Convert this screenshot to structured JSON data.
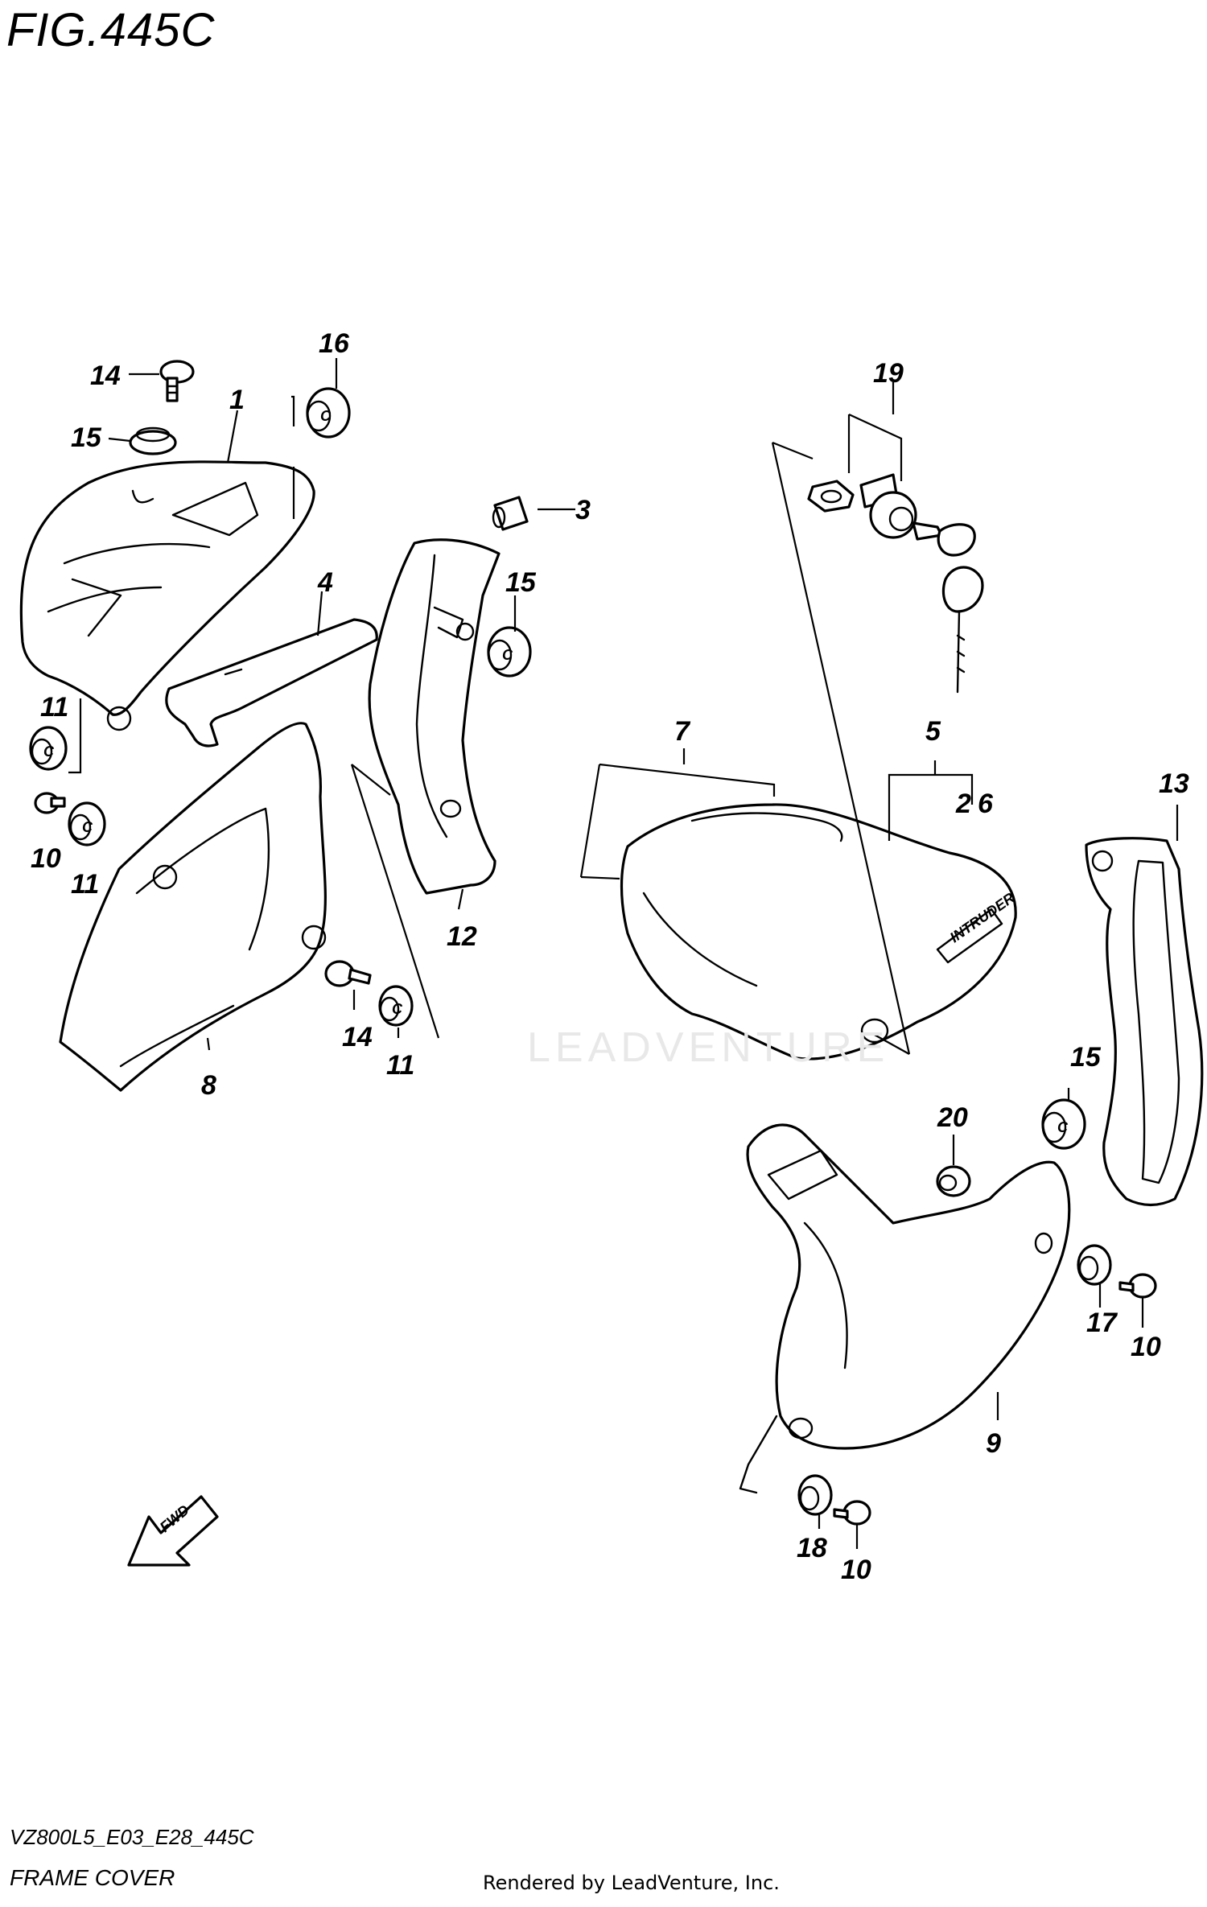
{
  "figure": {
    "title": "FIG.445C",
    "code": "VZ800L5_E03_E28_445C",
    "subtitle": "FRAME COVER",
    "rendered_by": "Rendered by LeadVenture, Inc.",
    "watermark": "LEADVENTURE"
  },
  "callouts": {
    "c1": "1",
    "c2": "2",
    "c3": "3",
    "c4": "4",
    "c5": "5",
    "c6": "6",
    "c7": "7",
    "c8": "8",
    "c9": "9",
    "c10a": "10",
    "c10b": "10",
    "c10c": "10",
    "c11a": "11",
    "c11b": "11",
    "c11c": "11",
    "c12": "12",
    "c13": "13",
    "c14a": "14",
    "c14b": "14",
    "c15a": "15",
    "c15b": "15",
    "c15c": "15",
    "c16": "16",
    "c17": "17",
    "c18": "18",
    "c19": "19",
    "c20": "20"
  },
  "part_marks": {
    "grommet_mark": "C",
    "fwd_arrow": "FWD"
  },
  "colors": {
    "line": "#000000",
    "background": "#ffffff",
    "watermark": "#e8e8e8"
  }
}
